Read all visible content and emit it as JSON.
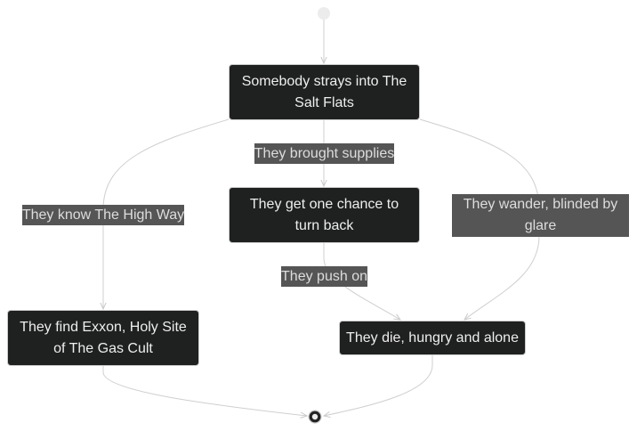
{
  "diagram": {
    "nodes": {
      "salt_flats": "Somebody strays into The Salt Flats",
      "chance": "They get one chance to turn back",
      "exxon": "They find Exxon, Holy Site of The Gas Cult",
      "die": "They die, hungry and alone"
    },
    "edge_labels": {
      "supplies": "They brought supplies",
      "high_way": "They know The High Way",
      "wander": "They wander, blinded by glare",
      "push_on": "They push on"
    }
  }
}
